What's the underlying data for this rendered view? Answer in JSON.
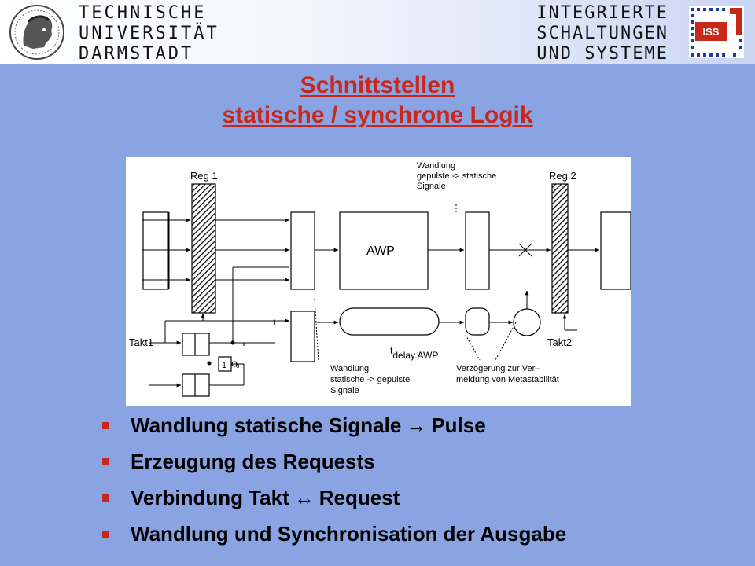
{
  "header": {
    "university": [
      "TECHNISCHE",
      "UNIVERSITÄT",
      "DARMSTADT"
    ],
    "institute": [
      "INTEGRIERTE",
      "SCHALTUNGEN",
      "UND SYSTEME"
    ],
    "iss_logo": "ISS"
  },
  "title": {
    "line1": "Schnittstellen",
    "line2": "statische / synchrone Logik"
  },
  "diagram": {
    "reg1": "Reg 1",
    "reg2": "Reg 2",
    "awp": "AWP",
    "takt1": "Takt1",
    "takt2": "Takt2",
    "wandlung_top": [
      "Wandlung",
      "gepulste -> statische",
      "Signale"
    ],
    "wandlung_bottom": [
      "Wandlung",
      "statische -> gepulste",
      "Signale"
    ],
    "verzoegerung": [
      "Verzögerung zur Ver–",
      "meidung von Metastabilität"
    ],
    "tdelay_t": "t",
    "tdelay_sub": "delay.AWP",
    "one_label": "1",
    "one_gate": "1",
    "gate_bubble": "o"
  },
  "bullets": [
    {
      "before": "Wandlung statische Signale",
      "arrow": "→",
      "after": "Pulse"
    },
    {
      "before": "Erzeugung des Requests",
      "arrow": "",
      "after": ""
    },
    {
      "before": "Verbindung Takt",
      "arrow": "↔",
      "after": "Request"
    },
    {
      "before": "Wandlung und Synchronisation der Ausgabe",
      "arrow": "",
      "after": ""
    }
  ]
}
